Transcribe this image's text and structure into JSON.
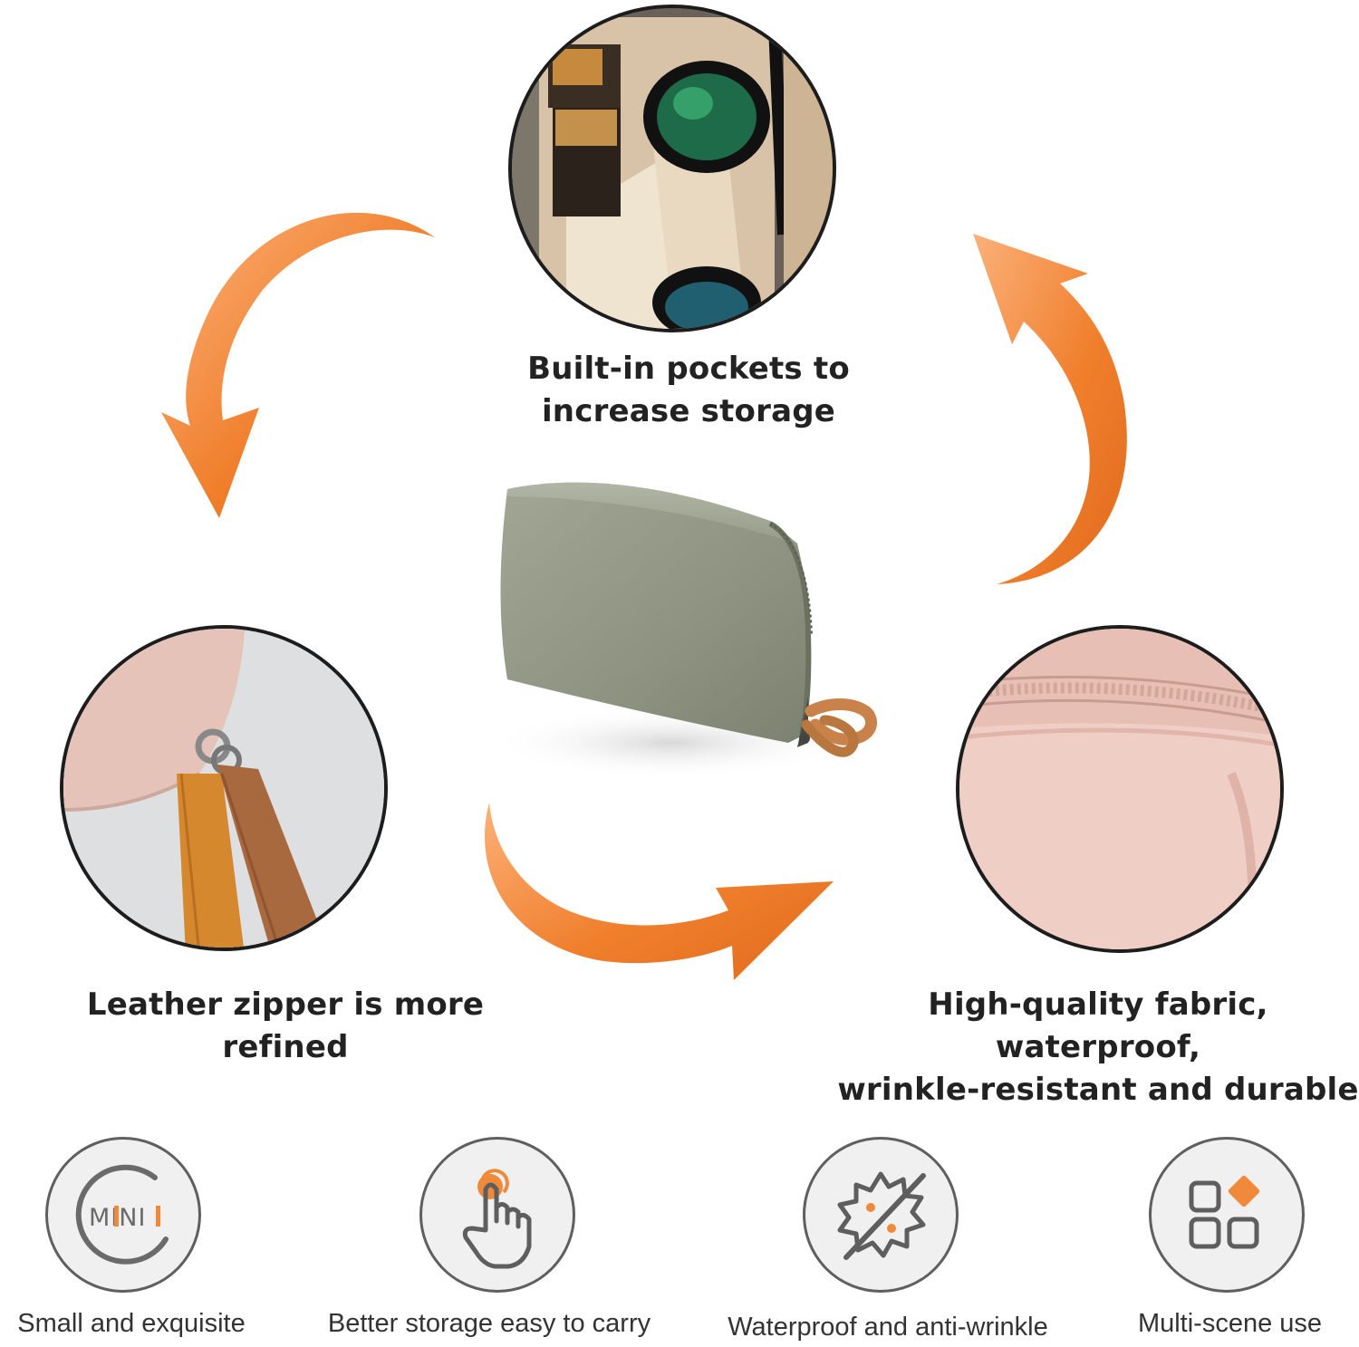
{
  "features": {
    "pockets": [
      "Built-in pockets to",
      "increase storage"
    ],
    "zipper": "Leather zipper is more refined",
    "fabric": [
      "High-quality fabric, waterproof,",
      "wrinkle-resistant and durable"
    ]
  },
  "icons": [
    {
      "name": "mini-icon",
      "label": "Small and exquisite",
      "badge": "MINI"
    },
    {
      "name": "touch-hand-icon",
      "label": "Better storage easy to carry"
    },
    {
      "name": "waterproof-icon",
      "label": "Waterproof and anti-wrinkle"
    },
    {
      "name": "grid-apps-icon",
      "label": "Multi-scene use"
    }
  ],
  "colors": {
    "accent_orange": "#f08a3a",
    "pouch_green": "#8f9583",
    "pink_fabric": "#eec9c0",
    "leather": "#d08d4c"
  }
}
